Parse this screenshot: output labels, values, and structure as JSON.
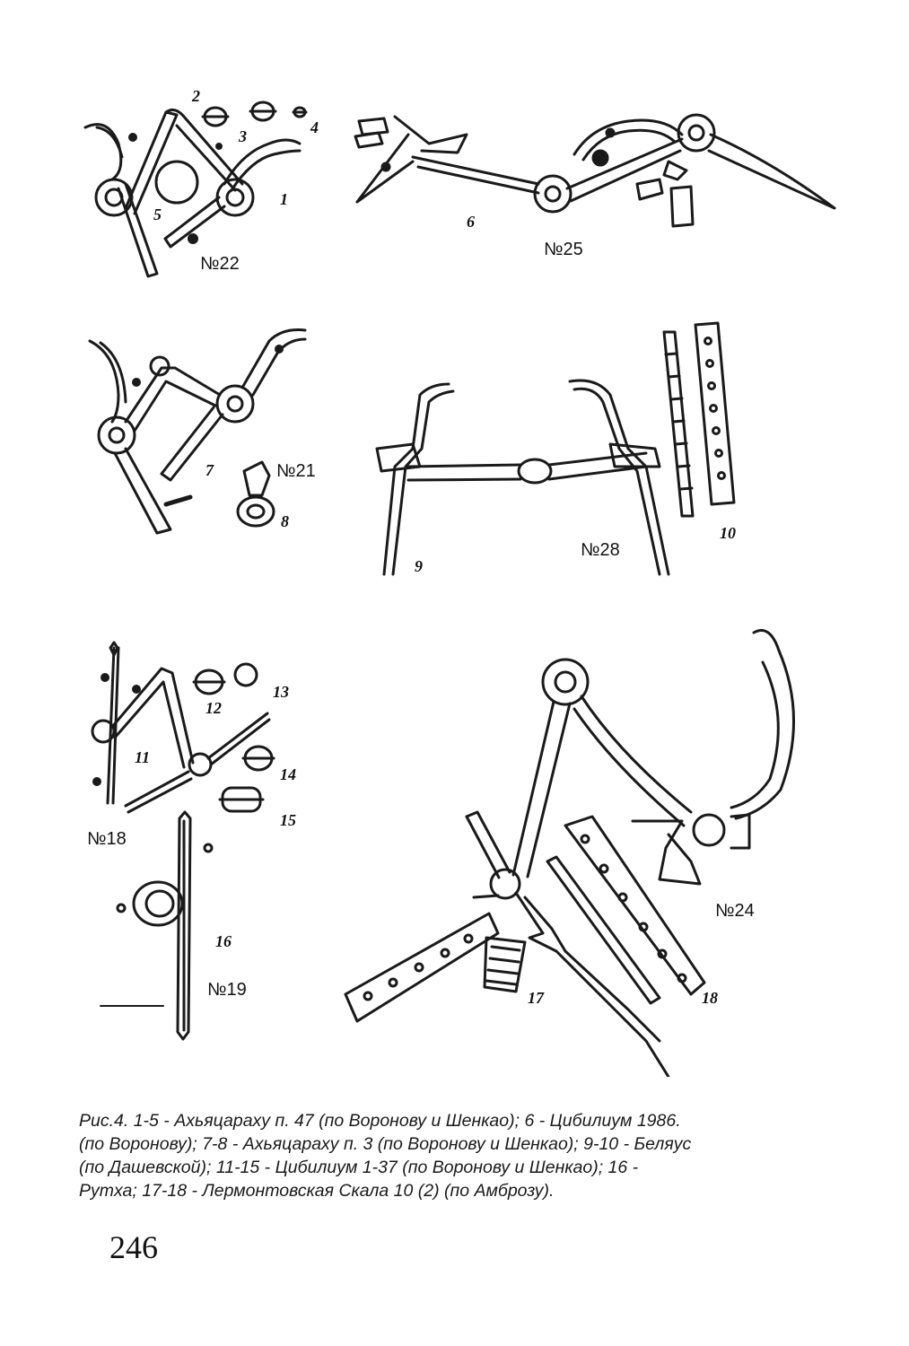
{
  "figure": {
    "item_labels": [
      "1",
      "2",
      "3",
      "4",
      "5",
      "6",
      "7",
      "8",
      "9",
      "10",
      "11",
      "12",
      "13",
      "14",
      "15",
      "16",
      "17",
      "18"
    ],
    "group_labels": [
      "№22",
      "№25",
      "№21",
      "№28",
      "№18",
      "№19",
      "№24"
    ]
  },
  "caption": {
    "lines": [
      "Рис.4. 1-5 - Ахьяцараху п. 47 (по Воронову и Шенкао); 6 - Цибилиум 1986.",
      "(по Воронову); 7-8 - Ахьяцараху п. 3 (по Воронову и Шенкао); 9-10 - Беляус",
      "(по Дашевской); 11-15 - Цибилиум 1-37 (по Воронову и Шенкао); 16 -",
      "Рутха; 17-18 -  Лермонтовская Скала 10 (2) (по Амброзу)."
    ]
  },
  "page_number": "246"
}
